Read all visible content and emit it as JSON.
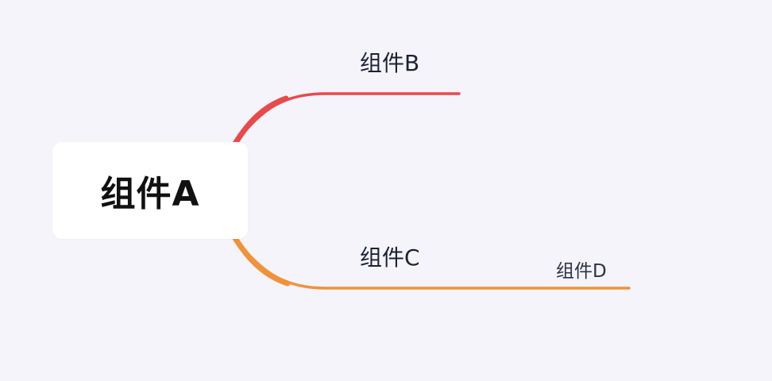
{
  "diagram": {
    "root": {
      "label": "组件A"
    },
    "children": [
      {
        "label": "组件B",
        "color": "#e84a4a"
      },
      {
        "label": "组件C",
        "color": "#f0923a",
        "children": [
          {
            "label": "组件D",
            "color": "#f0923a"
          }
        ]
      }
    ]
  },
  "colors": {
    "background": "#f6f4fb",
    "node_fill": "#ffffff",
    "branch_b": "#e84a4a",
    "branch_c": "#f0923a"
  }
}
